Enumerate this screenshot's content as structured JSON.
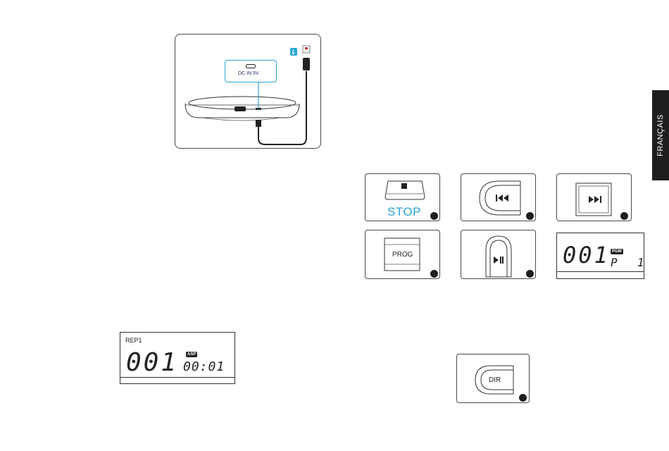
{
  "language_tab": {
    "label": "FRANÇAIS"
  },
  "power_diagram": {
    "dc_label": "DC IN 5V"
  },
  "buttons": {
    "stop": {
      "label": "STOP"
    },
    "prog": {
      "label": "PROG"
    },
    "dir": {
      "label": "DIR"
    }
  },
  "display_prog": {
    "track": "001",
    "badge": "PGM",
    "program": "P  1"
  },
  "display_repeat": {
    "mode": "REP1",
    "track": "001",
    "badge": "ASP",
    "time": "00:01"
  },
  "colors": {
    "accent": "#2aa6d6",
    "dark": "#1e1e1e"
  }
}
